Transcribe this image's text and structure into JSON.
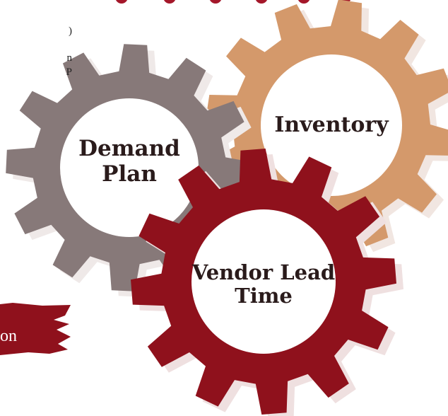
{
  "side_text_lines": [
    ")",
    "n",
    "P"
  ],
  "gears": [
    {
      "id": "demand",
      "label_lines": [
        "Demand",
        "Plan"
      ],
      "color": "#877979"
    },
    {
      "id": "inventory",
      "label_lines": [
        "Inventory"
      ],
      "color": "#d4996b"
    },
    {
      "id": "vendor",
      "label_lines": [
        "Vendor Lead",
        "Time"
      ],
      "color": "#8f111c"
    }
  ],
  "banner": {
    "text": "on",
    "color": "#8f111c"
  },
  "top_decoration_color": "#a4172a"
}
